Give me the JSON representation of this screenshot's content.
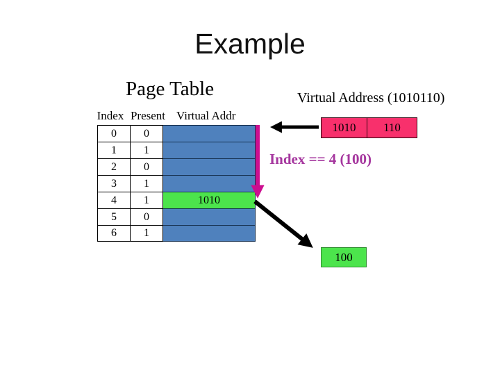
{
  "slide": {
    "title": "Example"
  },
  "page_table": {
    "heading": "Page Table",
    "columns": [
      "Index",
      "Present",
      "Virtual Addr"
    ],
    "rows": [
      {
        "index": "0",
        "present": "0",
        "virtual": ""
      },
      {
        "index": "1",
        "present": "1",
        "virtual": ""
      },
      {
        "index": "2",
        "present": "0",
        "virtual": ""
      },
      {
        "index": "3",
        "present": "1",
        "virtual": ""
      },
      {
        "index": "4",
        "present": "1",
        "virtual": "1010",
        "highlight": true
      },
      {
        "index": "5",
        "present": "0",
        "virtual": ""
      },
      {
        "index": "6",
        "present": "1",
        "virtual": ""
      }
    ]
  },
  "virtual_address": {
    "heading": "Virtual Address (1010110)",
    "page_bits": "1010",
    "offset_bits": "110"
  },
  "annotation": {
    "index_note": "Index == 4 (100)"
  },
  "result": {
    "offset_value": "100"
  },
  "colors": {
    "table_fill_blue": "#4F81BD",
    "highlight_green": "#4CE44C",
    "address_pink": "#F8306C",
    "arrow_magenta": "#CC0E8F",
    "note_purple": "#A5369E",
    "arrow_black": "#000000"
  }
}
